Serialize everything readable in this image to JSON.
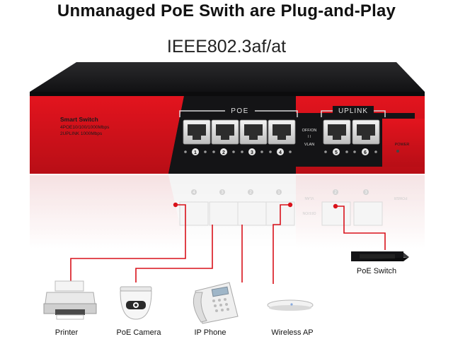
{
  "header": {
    "title": "Unmanaged PoE Swith are Plug-and-Play",
    "standard": "IEEE802.3af/at"
  },
  "switch": {
    "brand_line1": "Smart Switch",
    "brand_line2": "4POE10/100/1000Mbps",
    "brand_line3": "2UPLINK 1000Mbps",
    "poe_group_label": "POE",
    "uplink_group_label": "UPLINK",
    "switch_label_top": "OFF/ON",
    "switch_label_mid": "I I",
    "switch_label_bottom": "VLAN",
    "power_label": "POWER",
    "port_numbers": [
      "1",
      "2",
      "3",
      "4",
      "5",
      "6"
    ],
    "body_color": "#1c1c1e",
    "panel_color": "#d9111a",
    "led_color": "#d9111a"
  },
  "reflection": {
    "port_numbers": [
      "4",
      "3",
      "2",
      "1",
      "2",
      "3"
    ],
    "mirror_label_a": "VLAN",
    "mirror_label_b": "OFF/ON",
    "mirror_label_c": "POWER"
  },
  "devices": {
    "poe_switch": "PoE Switch",
    "printer": "Printer",
    "camera": "PoE Camera",
    "phone": "IP Phone",
    "ap": "Wireless AP"
  },
  "colors": {
    "cable": "#d9111a",
    "accent": "#d9111a"
  }
}
